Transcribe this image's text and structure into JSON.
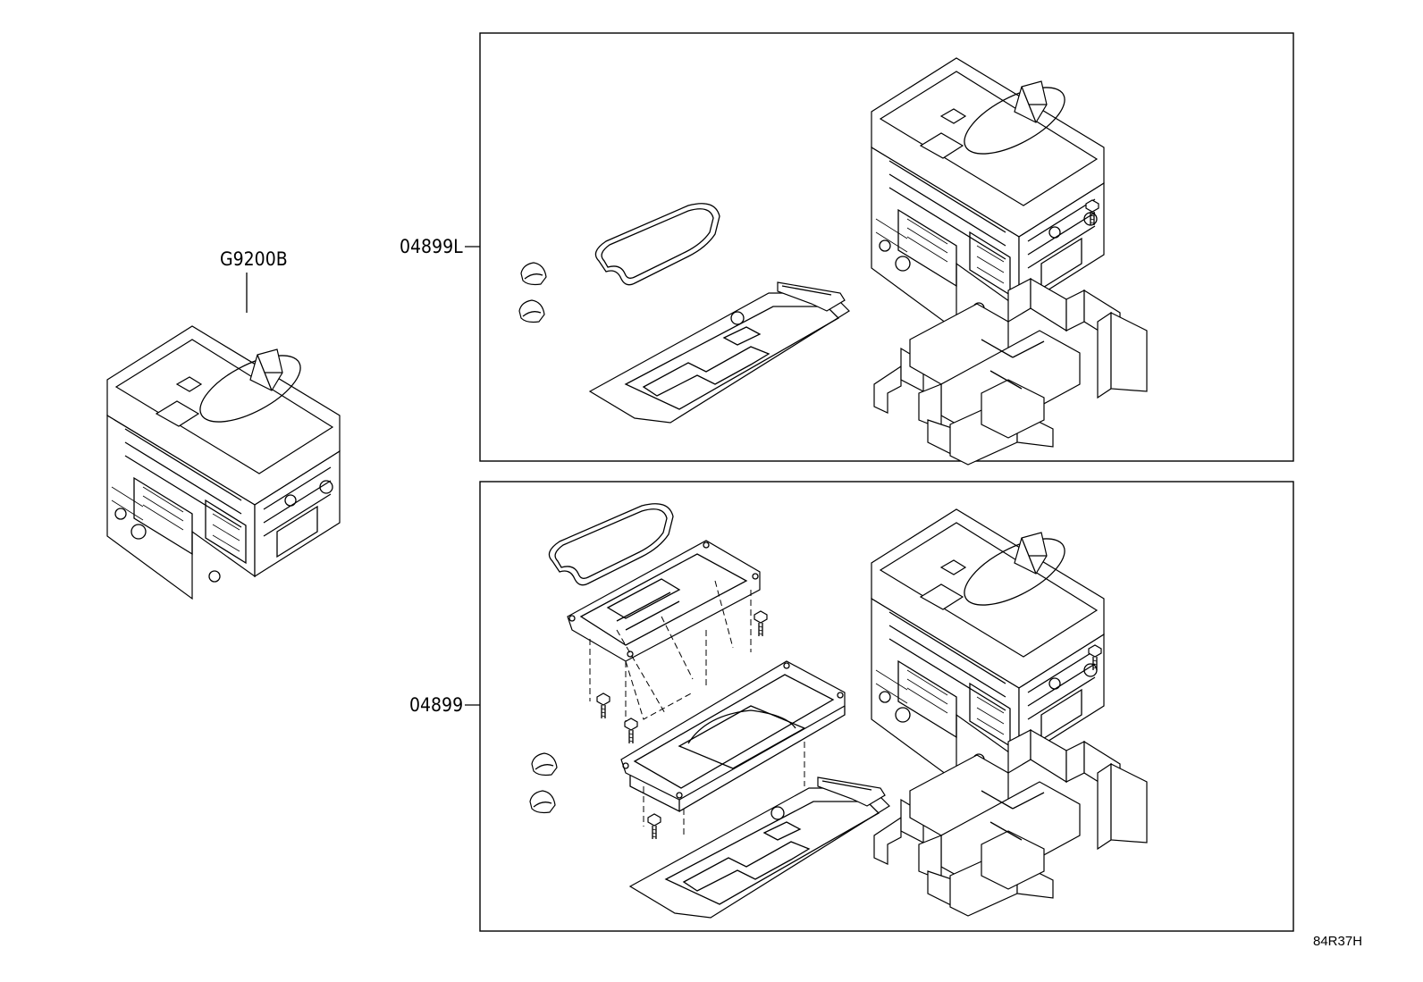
{
  "parts": {
    "assembly": "G9200B",
    "kit_upper": "04899L",
    "kit_lower": "04899"
  },
  "diagram_ref": "84R37H"
}
